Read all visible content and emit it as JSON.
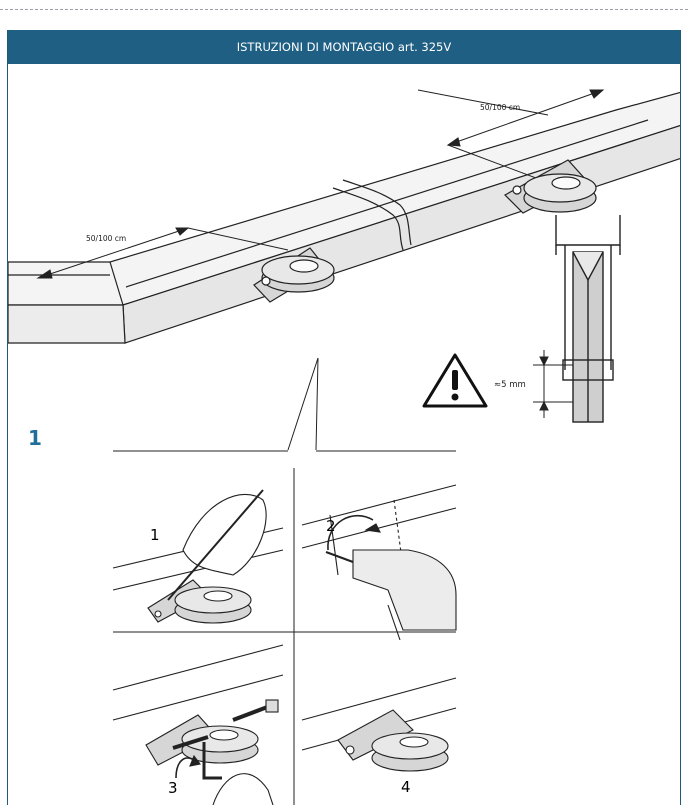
{
  "page": {
    "header_title": "ISTRUZIONI DI MONTAGGIO art. 325V",
    "step_number": "1"
  },
  "overview": {
    "dimension_right": "50/100 cm",
    "dimension_left": "50/100 cm",
    "clearance": "≈5 mm"
  },
  "substeps": [
    "1",
    "2",
    "3",
    "4"
  ],
  "colors": {
    "header_bg": "#1f5f83",
    "accent": "#1f6e9c",
    "line": "#222222",
    "metal": "#c8c8c8"
  }
}
